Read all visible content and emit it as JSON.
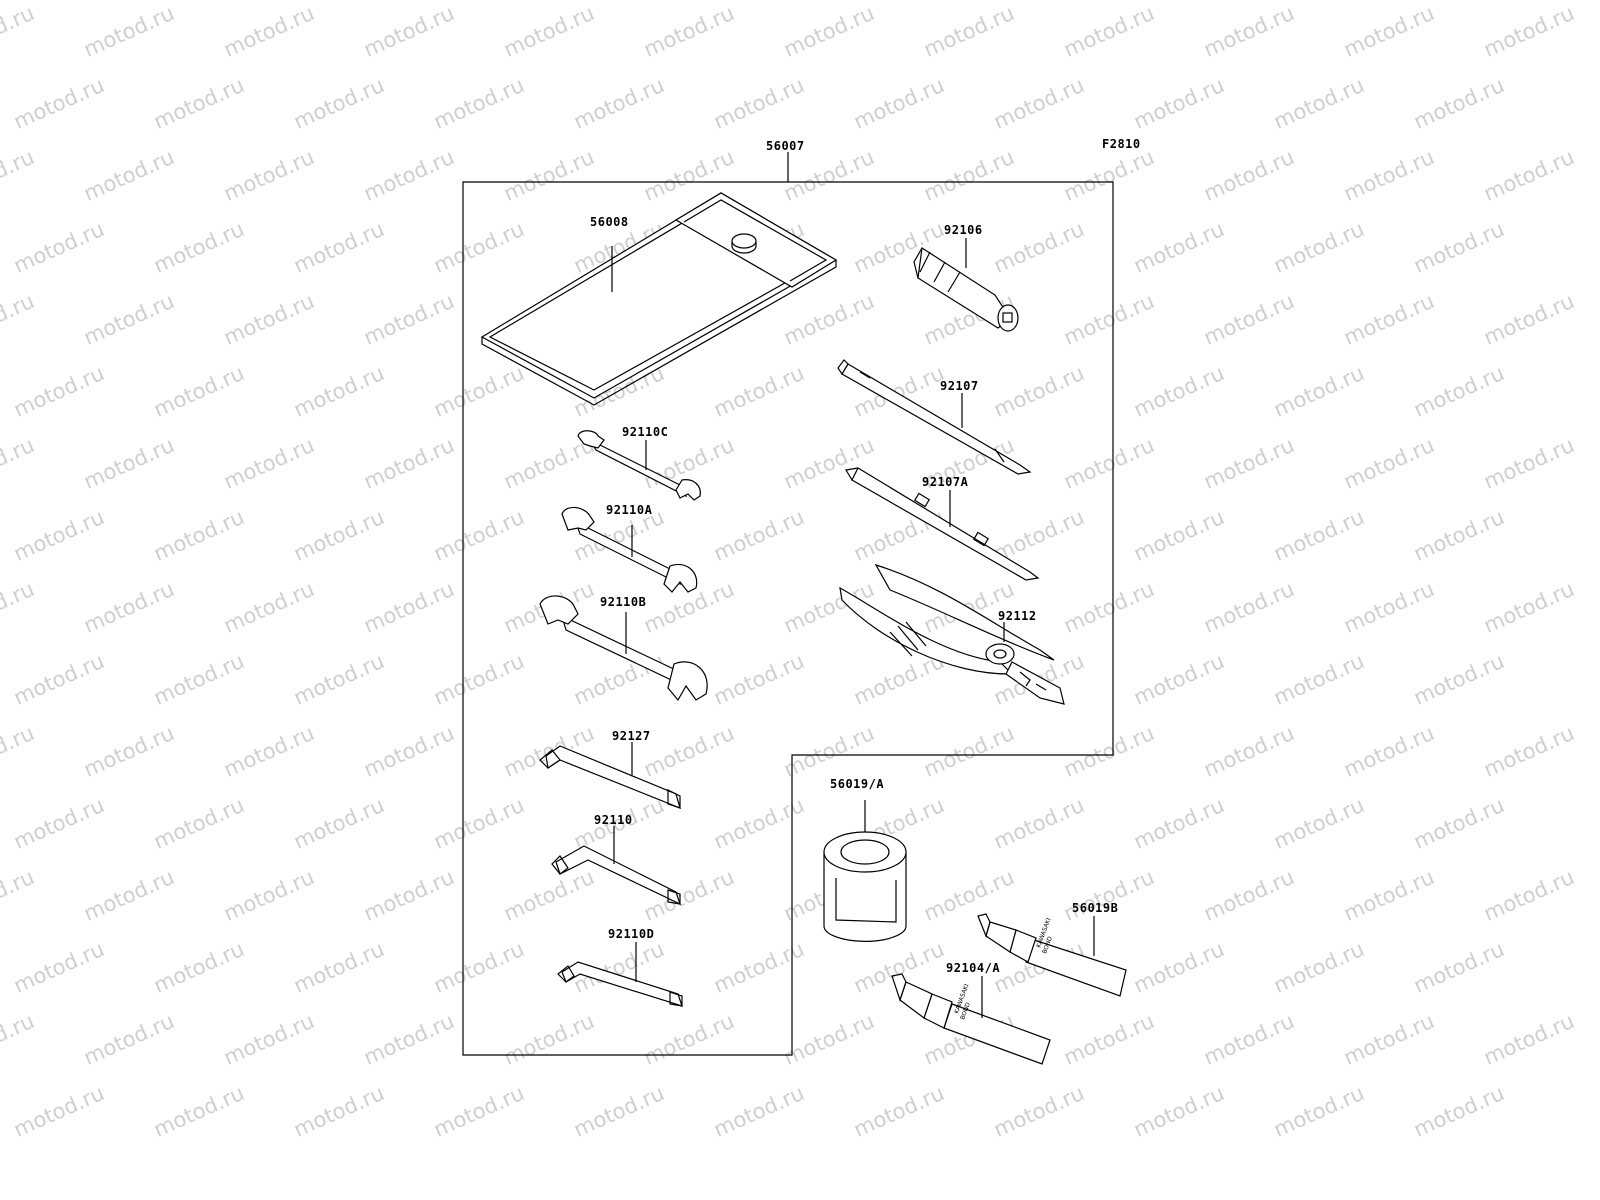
{
  "watermark": {
    "text": "motod.ru"
  },
  "figure_code": "F2810",
  "kit_label": "56007",
  "parts": {
    "p56008": "56008",
    "p92106": "92106",
    "p92107": "92107",
    "p92107A": "92107A",
    "p92112": "92112",
    "p92110C": "92110C",
    "p92110A": "92110A",
    "p92110B": "92110B",
    "p92127": "92127",
    "p92110": "92110",
    "p92110D": "92110D",
    "p56019A": "56019/A",
    "p56019B": "56019B",
    "p92104A": "92104/A"
  },
  "tube_print": {
    "line1": "KAWASAKI",
    "line2": "BOND"
  },
  "colors": {
    "line": "#000000",
    "watermark": "#cfcfcf",
    "background": "#ffffff"
  }
}
